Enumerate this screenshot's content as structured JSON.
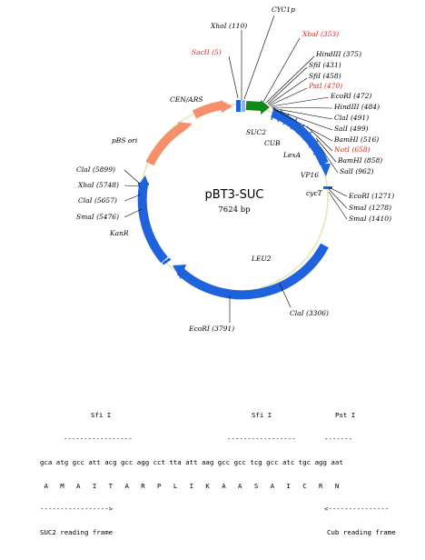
{
  "plasmid": {
    "name": "pBT3-SUC",
    "size_label": "7624 bp"
  },
  "features": [
    {
      "label": "CEN/ARS",
      "color": "#f5906a"
    },
    {
      "label": "pBS ori",
      "color": "#f5906a"
    },
    {
      "label": "SUC2",
      "color": "#0f8a1a"
    },
    {
      "label": "CUB",
      "color": "#1f63dc"
    },
    {
      "label": "LexA",
      "color": "#1f63dc"
    },
    {
      "label": "VP16",
      "color": "#1f63dc"
    },
    {
      "label": "cycT",
      "color": "#e8e7b8"
    },
    {
      "label": "LEU2",
      "color": "#1f63dc"
    },
    {
      "label": "KanR",
      "color": "#1f63dc"
    },
    {
      "label": "CYC1p",
      "color": "#1f63dc"
    }
  ],
  "sites_top": [
    {
      "label": "XhoI (110)",
      "red": false
    },
    {
      "label": "SacII (5)",
      "red": true
    },
    {
      "label": "XbaI (353)",
      "red": true
    },
    {
      "label": "HindIII (375)",
      "red": false
    },
    {
      "label": "SfiI (431)",
      "red": false
    },
    {
      "label": "SfiI (458)",
      "red": false
    },
    {
      "label": "PstI (470)",
      "red": true
    },
    {
      "label": "EcoRI (472)",
      "red": false
    },
    {
      "label": "HindIII (484)",
      "red": false
    },
    {
      "label": "ClaI (491)",
      "red": false
    },
    {
      "label": "SalI (499)",
      "red": false
    },
    {
      "label": "BamHI (516)",
      "red": false
    },
    {
      "label": "NotI (658)",
      "red": true
    },
    {
      "label": "BamHI (858)",
      "red": false
    },
    {
      "label": "SalI (962)",
      "red": false
    },
    {
      "label": "EcoRI (1271)",
      "red": false
    },
    {
      "label": "SmaI (1278)",
      "red": false
    },
    {
      "label": "SmaI (1410)",
      "red": false
    }
  ],
  "sites_left": [
    {
      "label": "ClaI (5899)"
    },
    {
      "label": "XhoI (5748)"
    },
    {
      "label": "ClaI (5657)"
    },
    {
      "label": "SmaI (5476)"
    }
  ],
  "sites_bottom": [
    {
      "label": "ClaI (3306)"
    },
    {
      "label": "EcoRI (3791)"
    }
  ],
  "sequence": {
    "enzymes": [
      "Sfi I",
      "Sfi I",
      "Pst I"
    ],
    "dash1": "-----------------",
    "dash2": "-----------------",
    "dash3": "-------",
    "dna": "gca atg gcc att acg gcc agg cct tta att aag gcc gcc tcg gcc atc tgc agg aat",
    "protein": " A   M   A   I   T   A   R   P   L   I   K   A   A   S   A   I   C   R   N",
    "frame_left_arrow": "----------------->",
    "frame_right_arrow": "<---------------",
    "frame_left_label": "SUC2 reading frame",
    "frame_right_label": "Cub reading frame"
  }
}
